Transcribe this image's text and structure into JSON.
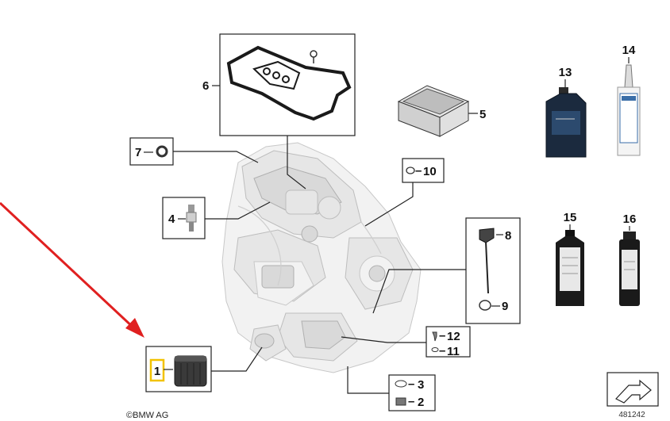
{
  "callouts": {
    "c1": "1",
    "c2": "2",
    "c3": "3",
    "c4": "4",
    "c5": "5",
    "c6": "6",
    "c7": "7",
    "c8": "8",
    "c9": "9",
    "c10": "10",
    "c11": "11",
    "c12": "12",
    "c13": "13",
    "c14": "14",
    "c15": "15",
    "c16": "16"
  },
  "footer": {
    "brand": "©BMW AG",
    "diagram_id": "481242"
  },
  "colors": {
    "highlight": "#f2c200",
    "arrow": "#e02020",
    "bottle": "#1b2a3e",
    "black": "#1a1a1a"
  }
}
